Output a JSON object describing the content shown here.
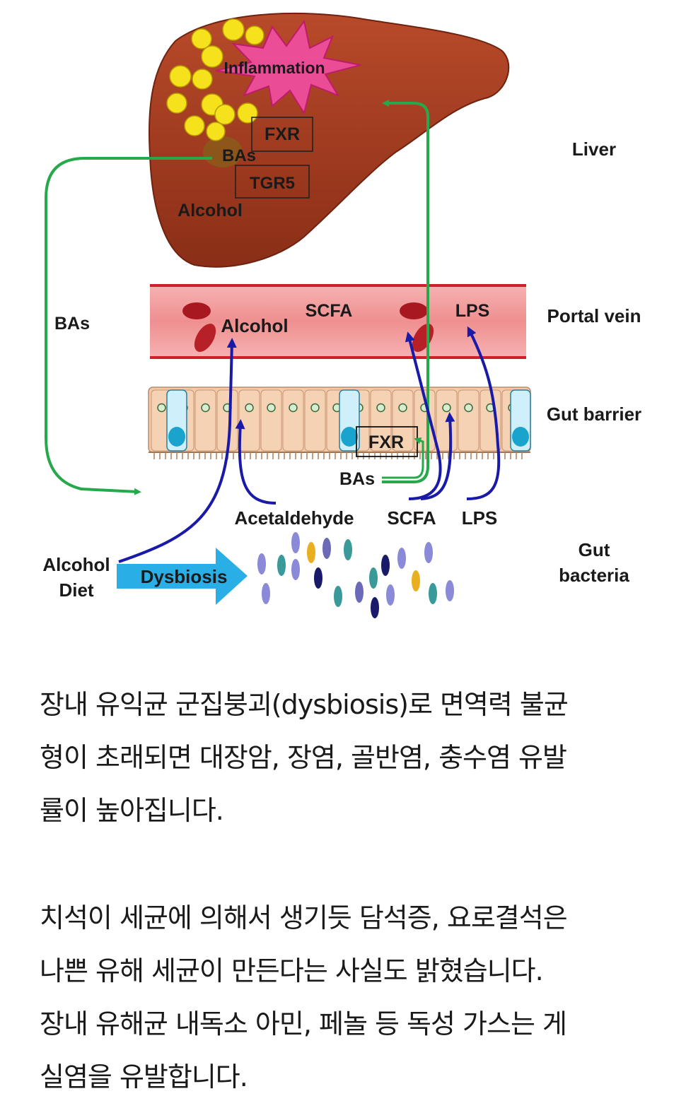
{
  "diagram": {
    "liver": {
      "inflammation": "Inflammation",
      "fxr": "FXR",
      "bas": "BAs",
      "tgr5": "TGR5",
      "alcohol": "Alcohol"
    },
    "portal_vein": {
      "alcohol": "Alcohol",
      "scfa": "SCFA",
      "lps": "LPS"
    },
    "gut_barrier": {
      "fxr": "FXR",
      "bas": "BAs"
    },
    "metabolites": {
      "acetaldehyde": "Acetaldehyde",
      "scfa": "SCFA",
      "lps": "LPS"
    },
    "left": {
      "bas": "BAs",
      "alcohol_diet_line1": "Alcohol",
      "alcohol_diet_line2": "Diet",
      "dysbiosis": "Dysbiosis"
    },
    "side_labels": {
      "liver": "Liver",
      "portal_vein": "Portal vein",
      "gut_barrier": "Gut barrier",
      "gut_bacteria_line1": "Gut",
      "gut_bacteria_line2": "bacteria"
    },
    "colors": {
      "liver": "#a0391f",
      "fat": "#f5e21c",
      "inflammation": "#f04ea0",
      "vein": "#f19a9a",
      "vein_border": "#d01f2b",
      "arrow_green": "#27a84a",
      "arrow_blue": "#1a1aa8",
      "dysbiosis_arrow": "#29aee6"
    }
  },
  "text": {
    "paragraph1": [
      "장내 유익균 군집붕괴(dysbiosis)로 면역력 불균",
      "형이 초래되면 대장암, 장염, 골반염, 충수염 유발",
      "률이 높아집니다."
    ],
    "paragraph2": [
      "치석이 세균에 의해서 생기듯 담석증, 요로결석은",
      "나쁜 유해 세균이 만든다는 사실도 밝혔습니다.",
      "장내 유해균 내독소 아민, 페놀 등 독성 가스는 게",
      "실염을 유발합니다."
    ]
  }
}
